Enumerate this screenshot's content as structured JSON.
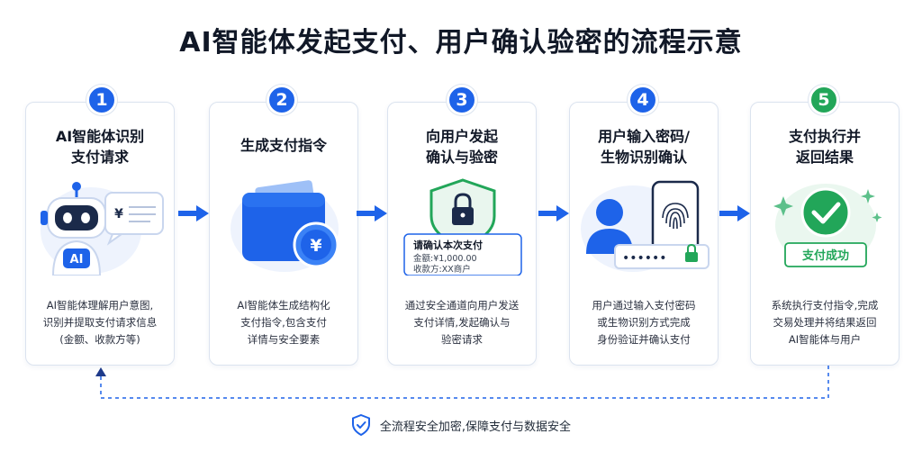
{
  "title": "AI智能体发起支付、用户确认验密的流程示意",
  "steps": [
    {
      "number": "1",
      "title_lines": [
        "AI智能体识别",
        "支付请求"
      ],
      "desc_lines": [
        "AI智能体理解用户意图,",
        "识别并提取支付请求信息",
        "(金额、收款方等)"
      ],
      "robot_label": "AI",
      "bubble_symbol": "¥"
    },
    {
      "number": "2",
      "title_lines": [
        "生成支付指令"
      ],
      "desc_lines": [
        "AI智能体生成结构化",
        "支付指令,包含支付",
        "详情与安全要素"
      ],
      "coin_symbol": "¥"
    },
    {
      "number": "3",
      "title_lines": [
        "向用户发起",
        "确认与验密"
      ],
      "desc_lines": [
        "通过安全通道向用户发送",
        "支付详情,发起确认与",
        "验密请求"
      ],
      "confirm_title": "请确认本次支付",
      "amount_line": "金额:¥1,000.00",
      "payee_line": "收款方:XX商户"
    },
    {
      "number": "4",
      "title_lines": [
        "用户输入密码/",
        "生物识别确认"
      ],
      "desc_lines": [
        "用户通过输入支付密码",
        "或生物识别方式完成",
        "身份验证并确认支付"
      ],
      "password_mask": "••••••"
    },
    {
      "number": "5",
      "title_lines": [
        "支付执行并",
        "返回结果"
      ],
      "desc_lines": [
        "系统执行支付指令,完成",
        "交易处理并将结果返回",
        "AI智能体与用户"
      ],
      "success_label": "支付成功"
    }
  ],
  "footer": {
    "text": "全流程安全加密,保障支付与数据安全",
    "icon": "shield-check-icon"
  },
  "colors": {
    "primary": "#1e63e9",
    "success": "#22a659",
    "border": "#dbe3ef"
  }
}
